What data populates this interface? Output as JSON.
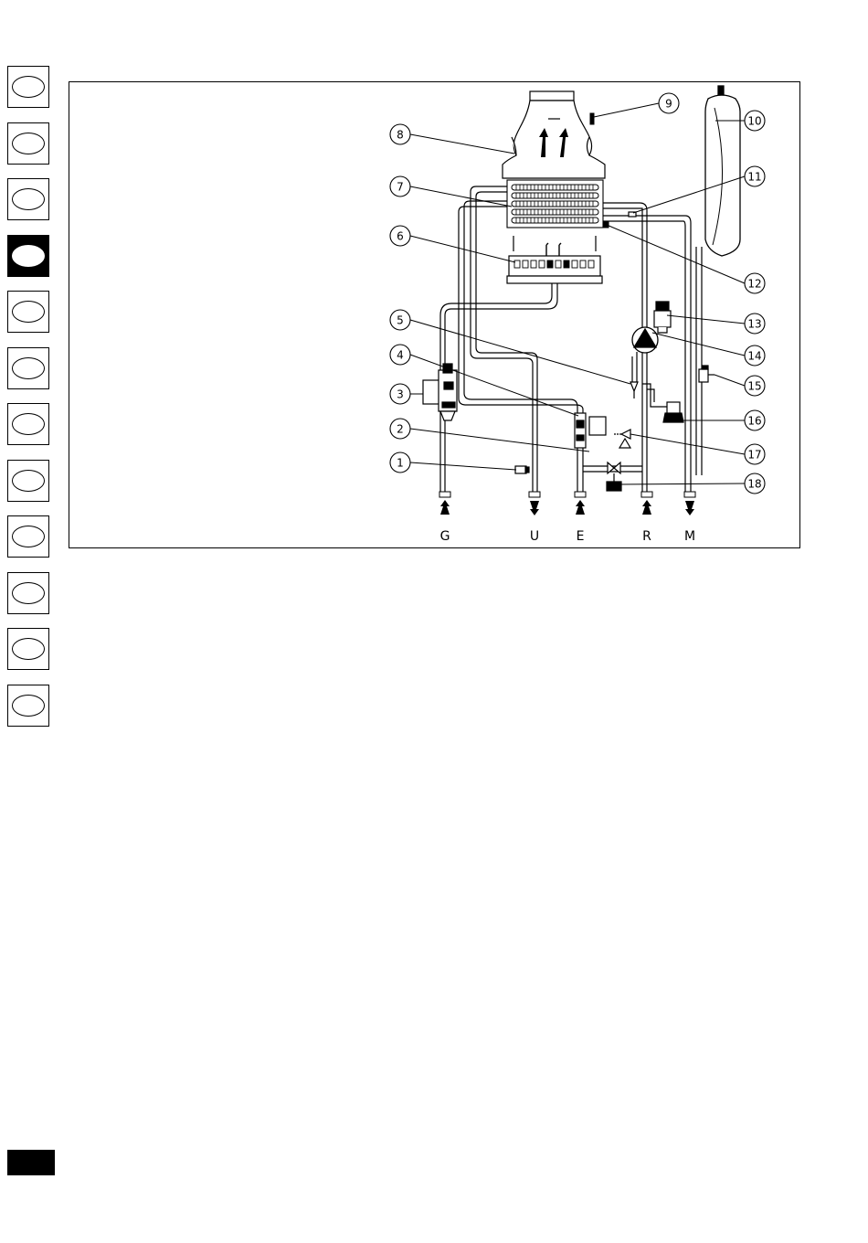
{
  "language_tabs": {
    "count": 12,
    "active_index": 3
  },
  "diagram": {
    "callouts": [
      "1",
      "2",
      "3",
      "4",
      "5",
      "6",
      "7",
      "8",
      "9",
      "10",
      "11",
      "12",
      "13",
      "14",
      "15",
      "16",
      "17",
      "18"
    ],
    "connections": [
      {
        "label": "G",
        "direction": "in"
      },
      {
        "label": "U",
        "direction": "out"
      },
      {
        "label": "E",
        "direction": "in"
      },
      {
        "label": "R",
        "direction": "in"
      },
      {
        "label": "M",
        "direction": "out"
      }
    ]
  }
}
